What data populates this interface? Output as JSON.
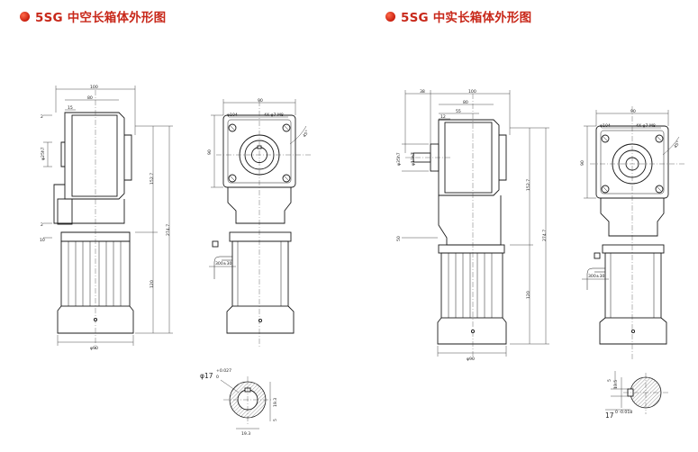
{
  "headings": {
    "hollow": "5SG 中空长箱体外形图",
    "solid": "5SG 中实长箱体外形图"
  },
  "hollow_drawing": {
    "side": {
      "top_total": "100",
      "top_inner": "80",
      "top_small": "15",
      "left_two": "2",
      "left_bore": "φ25h7",
      "left_bottom_two": "2",
      "left_ten": "10",
      "right_mid": "152.7",
      "right_total": "274.7",
      "right_motor": "120",
      "bottom_dia": "φ90"
    },
    "front": {
      "top": "90",
      "pcd": "φ104",
      "holes": "4X φ7 M8",
      "left": "90",
      "angle": "45°",
      "cable": "300±30"
    },
    "section": {
      "bore": "φ17",
      "tol_upper": "+0.027",
      "tol_lower": "0",
      "key_depth": "19.3",
      "key_width": "5",
      "bottom": "19.3"
    }
  },
  "solid_drawing": {
    "side": {
      "top_left": "38",
      "top_total": "100",
      "top_inner": "80",
      "top_mid": "55",
      "top_small": "12",
      "left_shaft": "φ17h7",
      "left_flange": "φ35h7",
      "left_fifty": "50",
      "right_mid": "152.7",
      "right_total": "274.7",
      "right_motor": "120",
      "bottom_dia": "φ90"
    },
    "front": {
      "top": "90",
      "pcd": "φ104",
      "holes": "4X φ7 M8",
      "left": "90",
      "angle": "45°",
      "cable": "300±30"
    },
    "section": {
      "key_width": "5",
      "key_height": "13.5",
      "shaft_label": "17",
      "shaft_tol": "0 -0.018"
    }
  }
}
